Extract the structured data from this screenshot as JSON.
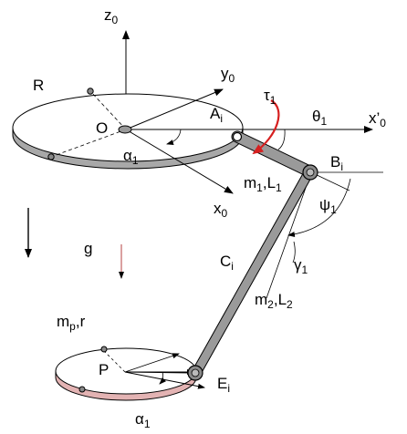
{
  "labels": {
    "z_axis": "z",
    "z_axis_sub": "0",
    "y_axis": "y",
    "y_axis_sub": "0",
    "x_axis": "x",
    "x_axis_sub": "0",
    "x_prime": "x’",
    "x_prime_sub": "0",
    "R": "R",
    "O": "O",
    "A": "A",
    "A_sub": "i",
    "tau": "τ",
    "tau_sub": "1",
    "theta": "θ",
    "theta_sub": "1",
    "B": "B",
    "B_sub": "i",
    "alpha_top": "α",
    "alpha_top_sub": "1",
    "m1L1_a": "m",
    "m1L1_a_sub": "1",
    "m1L1_b": ",L",
    "m1L1_b_sub": "1",
    "psi": "ψ",
    "psi_sub": "1",
    "g": "g",
    "C": "C",
    "C_sub": "i",
    "gamma": "γ",
    "gamma_sub": "1",
    "m2L2_a": "m",
    "m2L2_a_sub": "2",
    "m2L2_b": ",L",
    "m2L2_b_sub": "2",
    "mpr_a": "m",
    "mpr_a_sub": "p",
    "mpr_b": ",r",
    "P": "P",
    "E": "E",
    "E_sub": "i",
    "alpha_bottom": "α",
    "alpha_bottom_sub": "1"
  },
  "colors": {
    "ink": "#000000",
    "torque_arrow": "#d62020",
    "gravity_arrow": "#c06060",
    "top_disk_rim": "#a8a8a8",
    "bottom_disk_rim": "#e3b3b3",
    "link": "#9a9a9a"
  }
}
